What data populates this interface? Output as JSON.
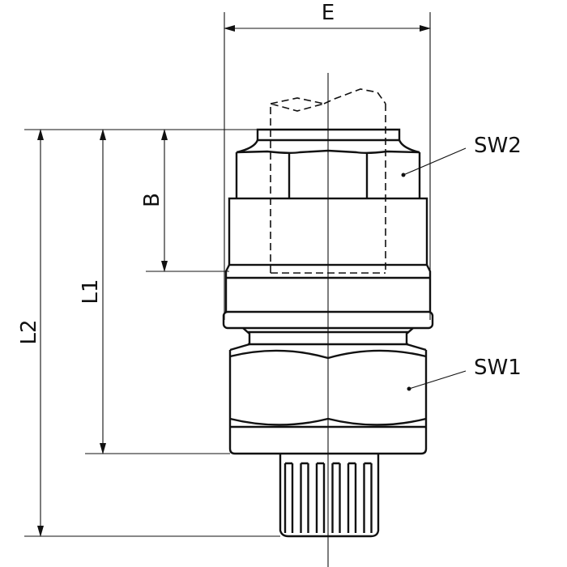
{
  "dimensions": {
    "E": "E",
    "B": "B",
    "L1": "L1",
    "L2": "L2"
  },
  "callouts": {
    "SW2": "SW2",
    "SW1": "SW1"
  }
}
